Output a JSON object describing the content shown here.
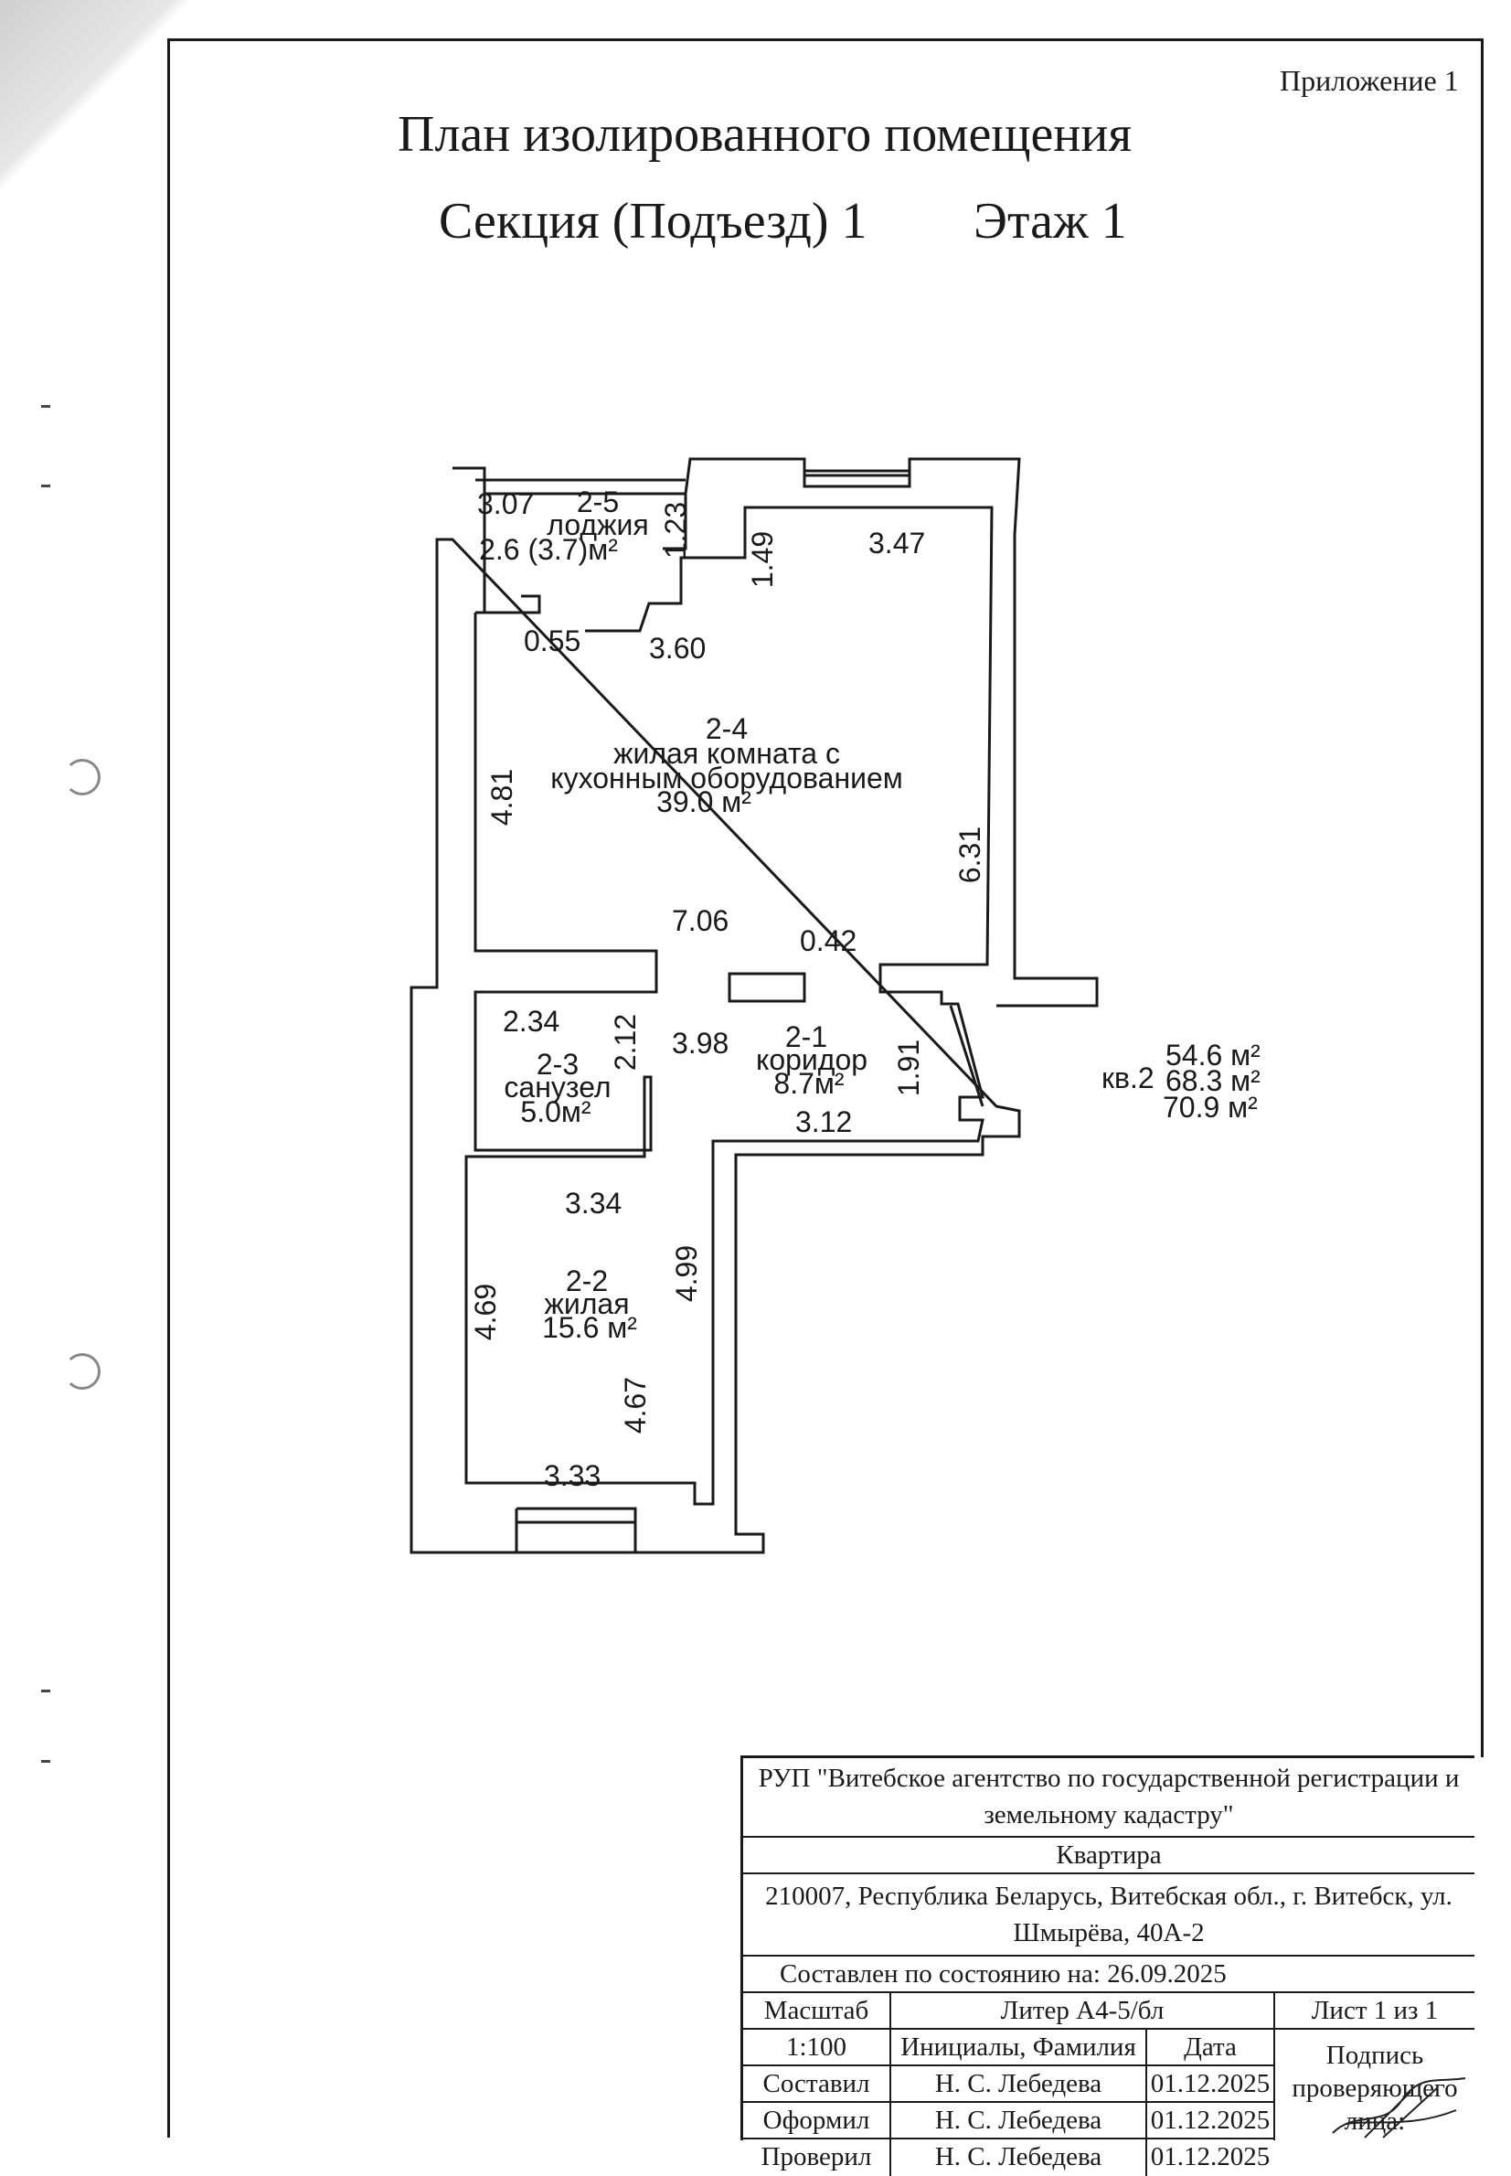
{
  "appendix": "Приложение 1",
  "title": "План изолированного помещения",
  "section": "Секция (Подъезд) 1",
  "floor": "Этаж 1",
  "rooms": {
    "loggia": {
      "number": "2-5",
      "name": "лоджия",
      "area": "2.6 (3.7)м²"
    },
    "living_kitchen": {
      "number": "2-4",
      "name_line1": "жилая комната с",
      "name_line2": "кухонным оборудованием",
      "area": "39.0 м²"
    },
    "corridor": {
      "number": "2-1",
      "name": "коридор",
      "area": "8.7м²"
    },
    "bathroom": {
      "number": "2-3",
      "name": "санузел",
      "area": "5.0м²"
    },
    "bedroom": {
      "number": "2-2",
      "name": "жилая",
      "area": "15.6 м²"
    }
  },
  "dimensions": {
    "d307": "3.07",
    "d123": "1.23",
    "d149": "1.49",
    "d347": "3.47",
    "d055": "0.55",
    "d360": "3.60",
    "d481": "4.81",
    "d631": "6.31",
    "d706": "7.06",
    "d042": "0.42",
    "d234": "2.34",
    "d212": "2.12",
    "d398": "3.98",
    "d191": "1.91",
    "d312": "3.12",
    "d334": "3.34",
    "d499": "4.99",
    "d469": "4.69",
    "d467": "4.67",
    "d333": "3.33"
  },
  "apartment": {
    "label": "кв.2",
    "area1": "54.6 м²",
    "area2": "68.3 м²",
    "area3": "70.9 м²"
  },
  "stamp": {
    "org": "РУП \"Витебское агентство по государственной регистрации и земельному кадастру\"",
    "object": "Квартира",
    "address": "210007, Республика Беларусь, Витебская обл., г. Витебск, ул. Шмырёва, 40А-2",
    "state_date": "Составлен по состоянию на: 26.09.2025",
    "scale_label": "Масштаб",
    "liter": "Литер  А4-5/бл",
    "sheet": "Лист  1  из 1",
    "scale": "1:100",
    "initials_header": "Инициалы, Фамилия",
    "date_header": "Дата",
    "sign_header": "Подпись проверяющего лица:",
    "rows": [
      {
        "role": "Составил",
        "name": "Н. С. Лебедева",
        "date": "01.12.2025"
      },
      {
        "role": "Оформил",
        "name": "Н. С. Лебедева",
        "date": "01.12.2025"
      },
      {
        "role": "Проверил",
        "name": "Н. С. Лебедева",
        "date": "01.12.2025"
      }
    ]
  }
}
